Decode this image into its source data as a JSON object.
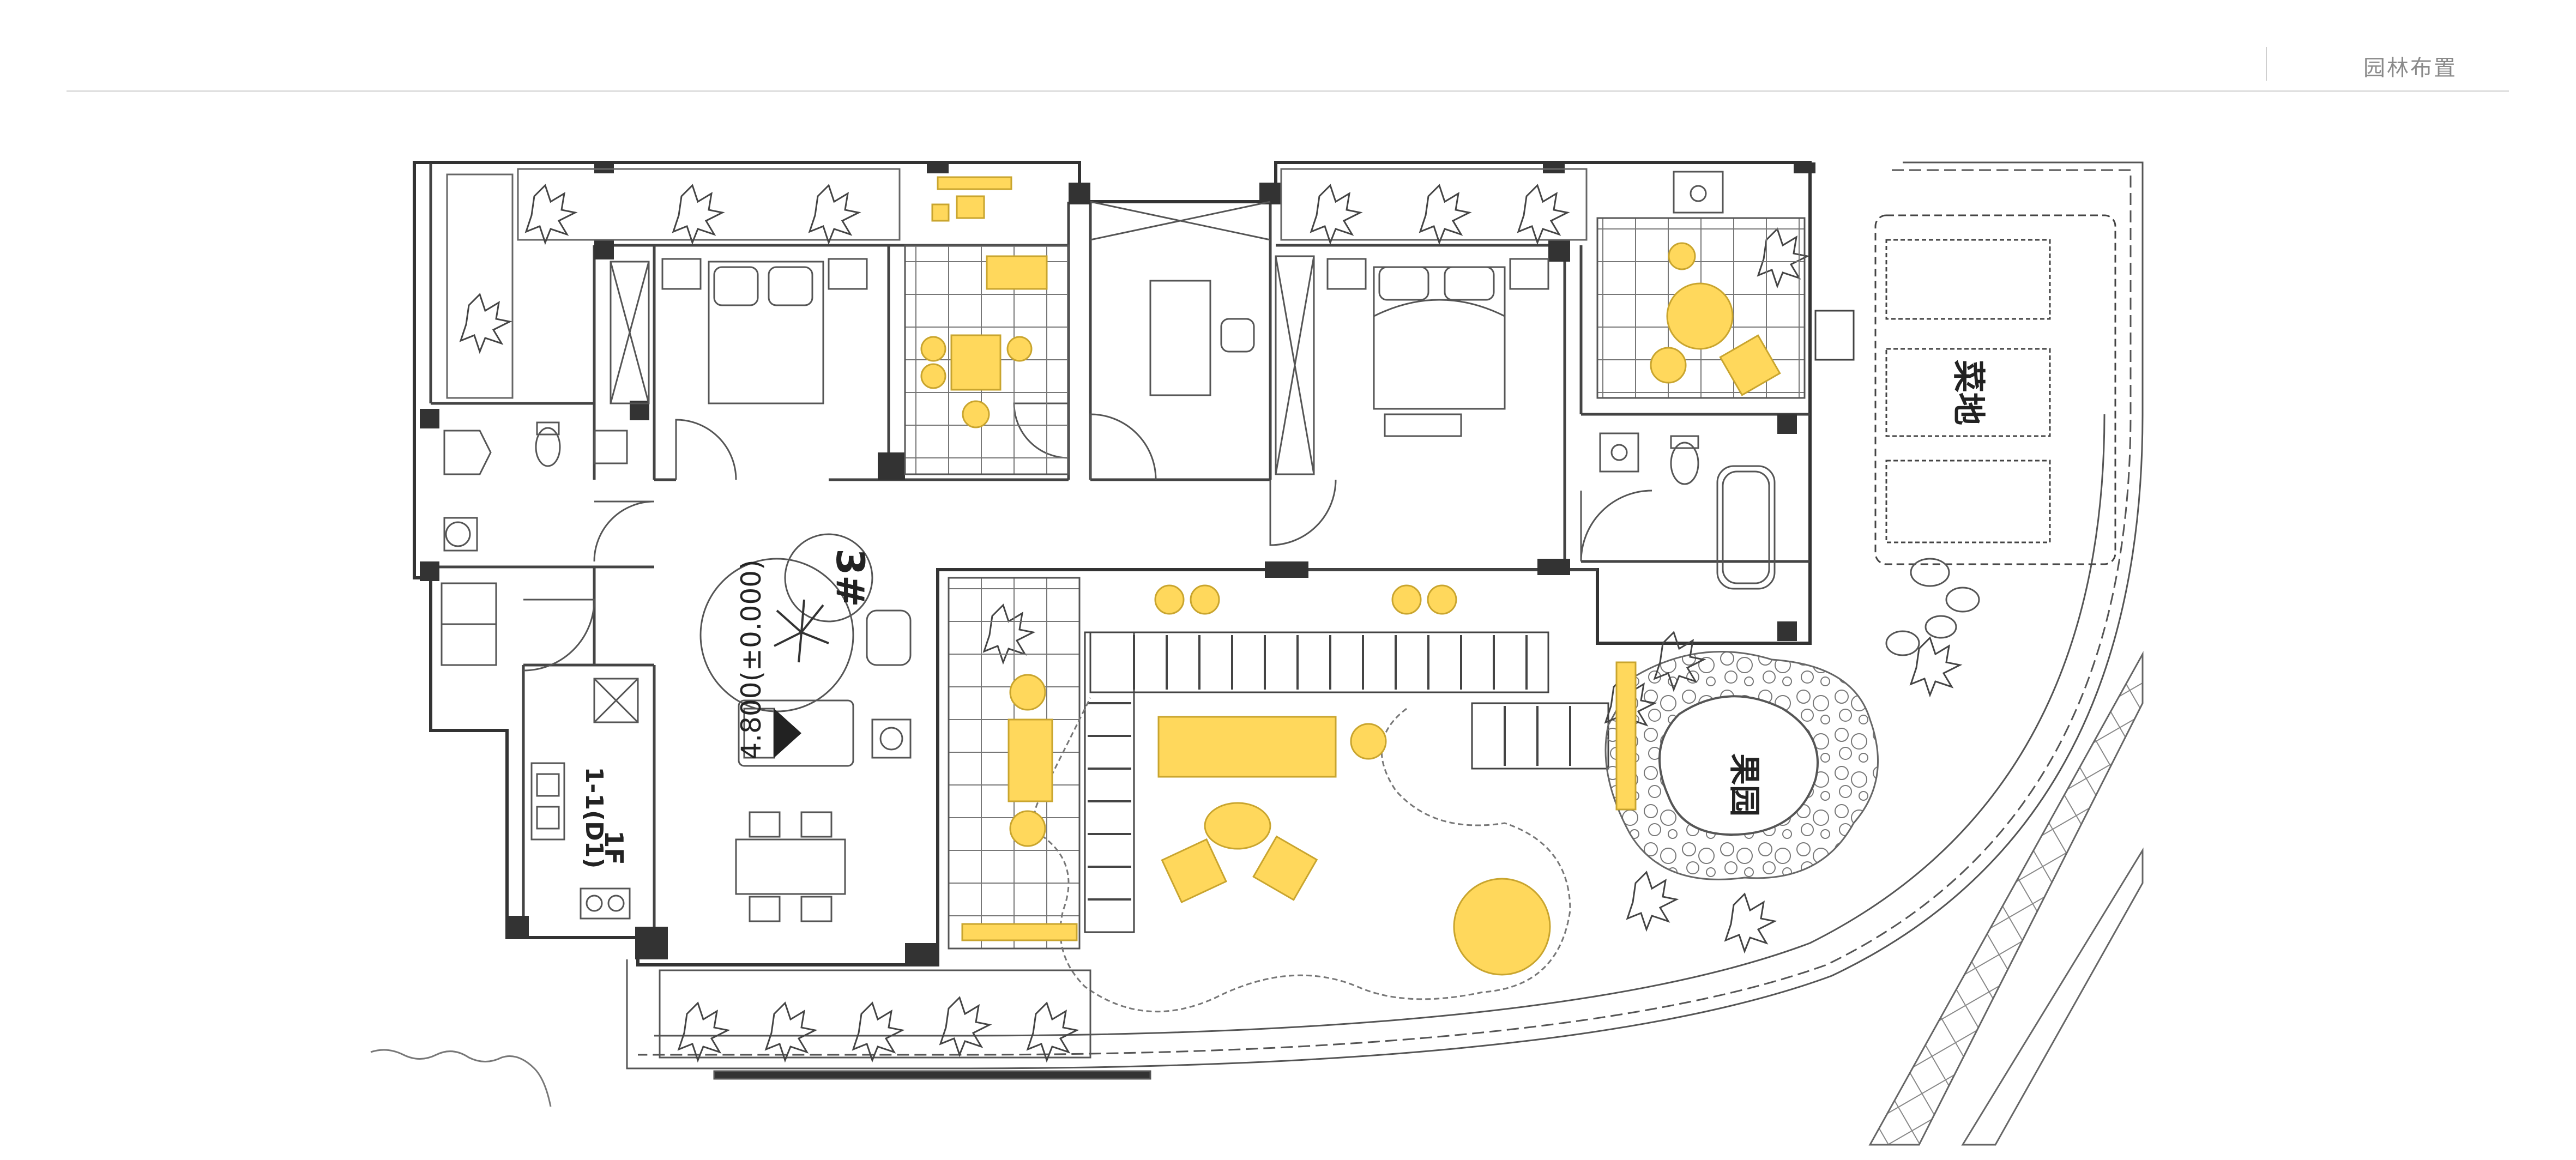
{
  "header": {
    "title": "园林布置"
  },
  "plan": {
    "building_tag": "3#",
    "elevation": "4.800(±0.000)",
    "unit_code": "1F",
    "unit_code_sub": "1-1(D1)",
    "vegetable_garden_label": "菜地",
    "orchard_label": "果园"
  },
  "colors": {
    "furniture_accent": "#FFD85C",
    "furniture_stroke": "#C9A52E",
    "line": "#555555",
    "wall": "#333333",
    "paper": "#ffffff"
  }
}
